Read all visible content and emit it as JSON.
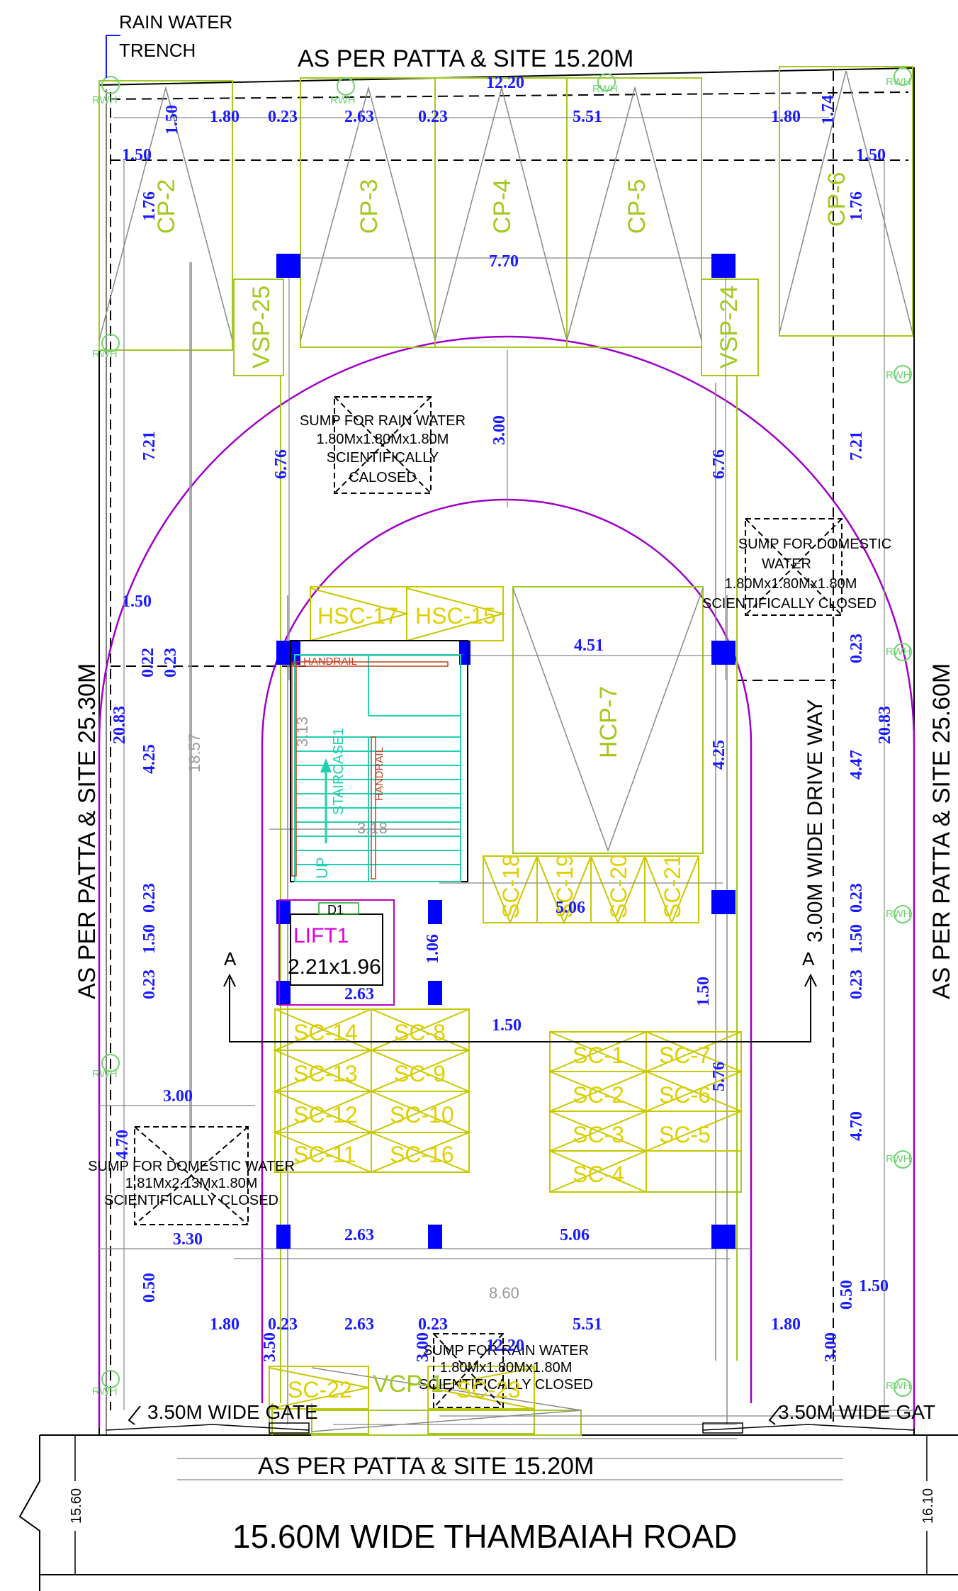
{
  "labels": {
    "rain_trench": "RAIN WATER",
    "rain_trench2": "TRENCH",
    "top_title": "AS PER PATTA & SITE 15.20M",
    "bottom_title": "AS PER PATTA & SITE 15.20M",
    "road": "15.60M WIDE THAMBAIAH ROAD",
    "left_side": "AS PER PATTA & SITE 25.30M",
    "right_side": "AS PER PATTA & SITE 25.60M",
    "drive_way": "3.00M WIDE DRIVE WAY",
    "gate_left": "3.50M WIDE GATE",
    "gate_right": "3.50M WIDE GAT",
    "road_dim_left": "15.60",
    "road_dim_right": "16.10",
    "section_a_left": "A",
    "section_a_right": "A",
    "lift": "LIFT1",
    "lift_size": "2.21x1.96",
    "lift_door": "D1",
    "stair": "STAIRCASE1",
    "stair_up": "UP",
    "handrail1": "HANDRAIL",
    "handrail2": "HANDRAIL",
    "rwh": "RWH"
  },
  "sumps": {
    "rain_top": [
      "SUMP FOR RAIN WATER",
      "1.80Mx1.80Mx1.80M",
      "SCIENTIFICALLY",
      "CALOSED"
    ],
    "domestic_right": [
      "SUMP FOR DOMESTIC",
      "WATER",
      "1.80Mx1.80Mx1.80M",
      "SCIENTIFICALLY CLOSED"
    ],
    "domestic_left": [
      "SUMP FOR DOMESTIC WATER",
      "1.81Mx2.13Mx1.80M",
      "SCIENTIFICALLY CLOSED"
    ],
    "rain_bottom": [
      "SUMP FOR RAIN WATER",
      "1.80Mx1.80Mx1.80M",
      "SCIENTIFICALLY CLOSED"
    ]
  },
  "parking": {
    "cp2": "CP-2",
    "cp3": "CP-3",
    "cp4": "CP-4",
    "cp5": "CP-5",
    "cp6": "CP-6",
    "vsp25": "VSP-25",
    "vsp24": "VSP-24",
    "hcp7": "HCP-7",
    "vcp1": "VCP-1",
    "hsc17": "HSC-17",
    "hsc15": "HSC-15",
    "sc18": "SC-18",
    "sc19": "SC-19",
    "sc20": "SC-20",
    "sc21": "SC-21",
    "sc14": "SC-14",
    "sc8": "SC-8",
    "sc13": "SC-13",
    "sc9": "SC-9",
    "sc12": "SC-12",
    "sc10": "SC-10",
    "sc11": "SC-11",
    "sc16": "SC-16",
    "sc1": "SC-1",
    "sc7": "SC-7",
    "sc2": "SC-2",
    "sc6": "SC-6",
    "sc3": "SC-3",
    "sc5": "SC-5",
    "sc4": "SC-4",
    "sc22": "SC-22",
    "sc23": "SC-23"
  },
  "dims": {
    "d1": "1.80",
    "d2": "0.23",
    "d3": "2.63",
    "d4": "0.23",
    "d5": "5.51",
    "d6": "1.80",
    "d7": "12.20",
    "d8": "1.50",
    "d9": "1.74",
    "d10": "1.50",
    "d11": "1.50",
    "d12": "1.76",
    "d13": "1.76",
    "d14": "7.70",
    "d15": "3.00",
    "d16": "6.76",
    "d17": "6.76",
    "d18": "7.21",
    "d19": "7.21",
    "d20": "1.50",
    "d21": "0.22",
    "d22": "0.23",
    "d23": "0.23",
    "d24": "20.83",
    "d25": "20.83",
    "d26": "4.25",
    "d27": "4.47",
    "d28": "4.25",
    "d29": "4.51",
    "d30": "18.57",
    "d31": "3.13",
    "d32": "3.18",
    "d33": "0.23",
    "d34": "1.50",
    "d35": "0.23",
    "d36": "0.23",
    "d37": "1.50",
    "d38": "0.23",
    "d39": "5.06",
    "d40": "1.06",
    "d41": "2.63",
    "d42": "1.50",
    "d43": "1.50",
    "d44": "3.00",
    "d45": "4.70",
    "d46": "5.76",
    "d47": "4.70",
    "d48": "2.63",
    "d49": "5.06",
    "d50": "3.30",
    "d51": "0.50",
    "d52": "0.50",
    "d53": "1.50",
    "d54": "8.60",
    "d55": "1.80",
    "d56": "0.23",
    "d57": "2.63",
    "d58": "0.23",
    "d59": "5.51",
    "d60": "1.80",
    "d61": "12.20",
    "d62": "3.50",
    "d63": "3.00",
    "d64": "3.00"
  },
  "colors": {
    "dimension": "#1a1aff",
    "parking": "#a3c81e",
    "scooter": "#e0d000",
    "column": "#0000ff",
    "arc": "#a000c8",
    "stair": "#20d0b0",
    "rwh": "#6fd36f"
  }
}
